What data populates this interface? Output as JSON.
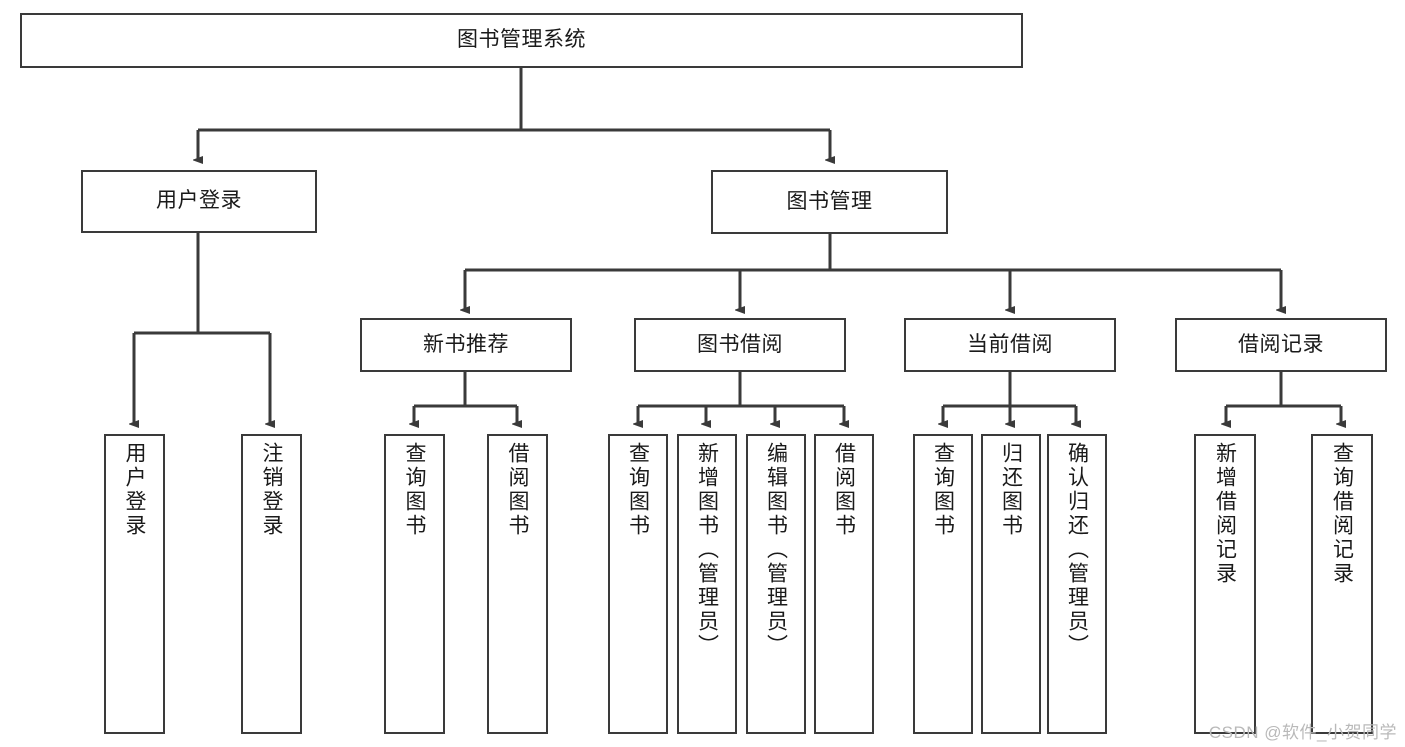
{
  "diagram": {
    "title": "图书管理系统",
    "type": "tree-hierarchy-diagram",
    "root": {
      "id": "root",
      "label": "图书管理系统"
    },
    "level2": [
      {
        "id": "user-login",
        "label": "用户登录"
      },
      {
        "id": "book-management",
        "label": "图书管理"
      }
    ],
    "level3": [
      {
        "id": "new-book-recommend",
        "label": "新书推荐"
      },
      {
        "id": "book-borrow",
        "label": "图书借阅"
      },
      {
        "id": "current-borrow",
        "label": "当前借阅"
      },
      {
        "id": "borrow-record",
        "label": "借阅记录"
      }
    ],
    "leaves": {
      "user_login": [
        {
          "id": "leaf-user-login",
          "label": "用户登录"
        },
        {
          "id": "leaf-logout",
          "label": "注销登录"
        }
      ],
      "new_book_recommend": [
        {
          "id": "leaf-query-book-1",
          "label": "查询图书"
        },
        {
          "id": "leaf-borrow-book-1",
          "label": "借阅图书"
        }
      ],
      "book_borrow": [
        {
          "id": "leaf-query-book-2",
          "label": "查询图书"
        },
        {
          "id": "leaf-add-book",
          "label": "新增图书（管理员）"
        },
        {
          "id": "leaf-edit-book",
          "label": "编辑图书（管理员）"
        },
        {
          "id": "leaf-borrow-book-2",
          "label": "借阅图书"
        }
      ],
      "current_borrow": [
        {
          "id": "leaf-query-book-3",
          "label": "查询图书"
        },
        {
          "id": "leaf-return-book",
          "label": "归还图书"
        },
        {
          "id": "leaf-confirm-return",
          "label": "确认归还（管理员）"
        }
      ],
      "borrow_record": [
        {
          "id": "leaf-add-record",
          "label": "新增借阅记录"
        },
        {
          "id": "leaf-query-record",
          "label": "查询借阅记录"
        }
      ]
    },
    "watermark": "CSDN @软件_小贺同学",
    "colors": {
      "stroke": "#3a3a3a",
      "fill": "#ffffff",
      "text": "#1a1a1a",
      "watermark": "#b9b9b9"
    }
  }
}
